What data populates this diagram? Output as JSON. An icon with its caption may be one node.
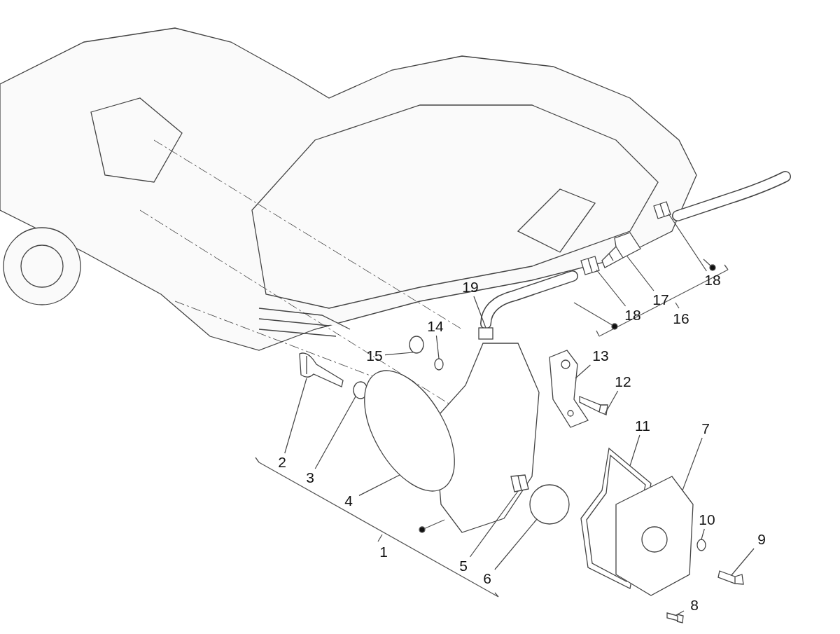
{
  "diagram": {
    "nodes": [
      {
        "text": [
          "19"
        ]
      },
      {
        "text": [
          "18"
        ]
      },
      {
        "text": [
          "17"
        ]
      },
      {
        "text": [
          "18"
        ]
      },
      {
        "text": [
          "16"
        ]
      },
      {
        "text": [
          "14"
        ]
      },
      {
        "text": [
          "13"
        ]
      },
      {
        "text": [
          "15"
        ]
      },
      {
        "text": [
          "12"
        ]
      },
      {
        "text": [
          "11"
        ]
      },
      {
        "text": [
          "7"
        ]
      },
      {
        "text": [
          "2"
        ]
      },
      {
        "text": [
          "3"
        ]
      },
      {
        "text": [
          "4"
        ]
      },
      {
        "text": [
          "10"
        ]
      },
      {
        "text": [
          "1"
        ]
      },
      {
        "text": [
          "9"
        ]
      },
      {
        "text": [
          "5"
        ]
      },
      {
        "text": [
          "6"
        ]
      },
      {
        "text": [
          "8"
        ]
      },
      {
        "text": [],
        "shape": "box"
      },
      {
        "text": [],
        "shape": "picture"
      },
      {
        "text": [],
        "shape": "picture"
      },
      {
        "text": [],
        "shape": "picture"
      },
      {
        "text": [],
        "shape": "circle"
      },
      {
        "text": [],
        "shape": "picture"
      },
      {
        "text": [],
        "shape": "circle"
      },
      {
        "text": [],
        "shape": "picture"
      },
      {
        "text": [],
        "shape": "picture"
      },
      {
        "text": [],
        "shape": "picture"
      },
      {
        "text": [],
        "shape": "picture"
      },
      {
        "text": [],
        "shape": "circle"
      },
      {
        "text": [],
        "shape": "circle"
      },
      {
        "text": [],
        "shape": "circle"
      },
      {
        "text": [],
        "shape": "picture"
      },
      {
        "text": [],
        "shape": "picture"
      },
      {
        "text": [],
        "shape": "circle"
      },
      {
        "text": [],
        "shape": "picture"
      }
    ],
    "edges": [
      {
        "from": 0,
        "to": 20,
        "arrow": "none"
      },
      {
        "from": 1,
        "to": 21,
        "arrow": "none"
      },
      {
        "from": 2,
        "to": 22,
        "arrow": "none"
      },
      {
        "from": 3,
        "to": 23,
        "arrow": "none"
      },
      {
        "from": 5,
        "to": 24,
        "arrow": "none"
      },
      {
        "from": 6,
        "to": 25,
        "arrow": "none"
      },
      {
        "from": 7,
        "to": 26,
        "arrow": "none"
      },
      {
        "from": 8,
        "to": 27,
        "arrow": "none"
      },
      {
        "from": 9,
        "to": 28,
        "arrow": "none"
      },
      {
        "from": 10,
        "to": 29,
        "arrow": "none"
      },
      {
        "from": 11,
        "to": 30,
        "arrow": "none"
      },
      {
        "from": 12,
        "to": 31,
        "arrow": "none"
      },
      {
        "from": 13,
        "to": 32,
        "arrow": "none"
      },
      {
        "from": 14,
        "to": 33,
        "arrow": "none"
      },
      {
        "from": 16,
        "to": 34,
        "arrow": "none"
      },
      {
        "from": 17,
        "to": 35,
        "arrow": "none"
      },
      {
        "from": 18,
        "to": 36,
        "arrow": "none"
      },
      {
        "from": 19,
        "to": 37,
        "arrow": "none"
      }
    ]
  }
}
